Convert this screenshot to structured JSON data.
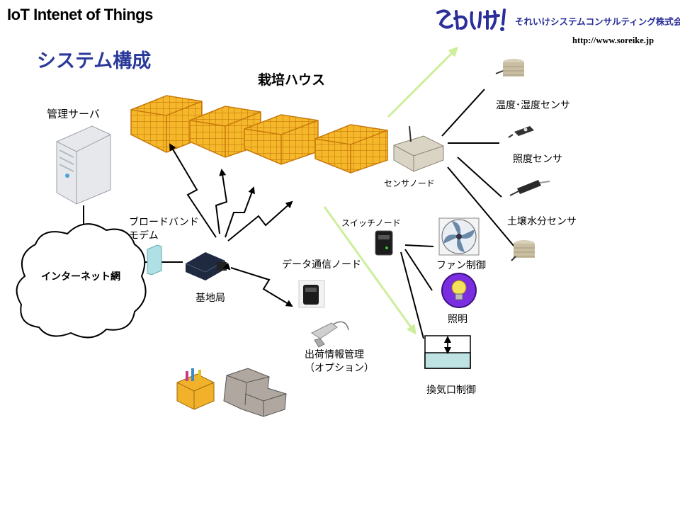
{
  "header": {
    "title": "IoT Intenet of Things",
    "subtitle": "システム構成",
    "company": "それいけシステムコンサルティング株式会社",
    "url": "http://www.soreike.jp"
  },
  "labels": {
    "greenhouse": "栽培ハウス",
    "server": "管理サーバ",
    "internet": "インターネット網",
    "modem_line1": "ブロードバンド",
    "modem_line2": "モデム",
    "base_station": "基地局",
    "sensor_node": "センサノード",
    "switch_node": "スイッチノード",
    "data_node": "データ通信ノード",
    "shipping_line1": "出荷情報管理",
    "shipping_line2": "（オプション）",
    "temp_sensor": "温度･湿度センサ",
    "light_sensor": "照度センサ",
    "soil_sensor": "土壌水分センサ",
    "fan_control": "ファン制御",
    "lighting": "照明",
    "vent_control": "換気口制御"
  },
  "colors": {
    "subtitle": "#2b3a9a",
    "greenhouse_frame": "#c8790a",
    "greenhouse_fill": "#f5b82a",
    "green_arrow": "#cdee9a",
    "vent_water": "#bfe3e3"
  },
  "icons": [
    "server-icon",
    "cloud-icon",
    "modem-icon",
    "base-station-icon",
    "sensor-node-icon",
    "switch-node-icon",
    "data-node-icon",
    "scanner-icon",
    "boxes-icon",
    "fan-icon",
    "bulb-icon",
    "vent-icon",
    "temp-sensor-icon",
    "light-sensor-icon",
    "soil-sensor-icon"
  ]
}
